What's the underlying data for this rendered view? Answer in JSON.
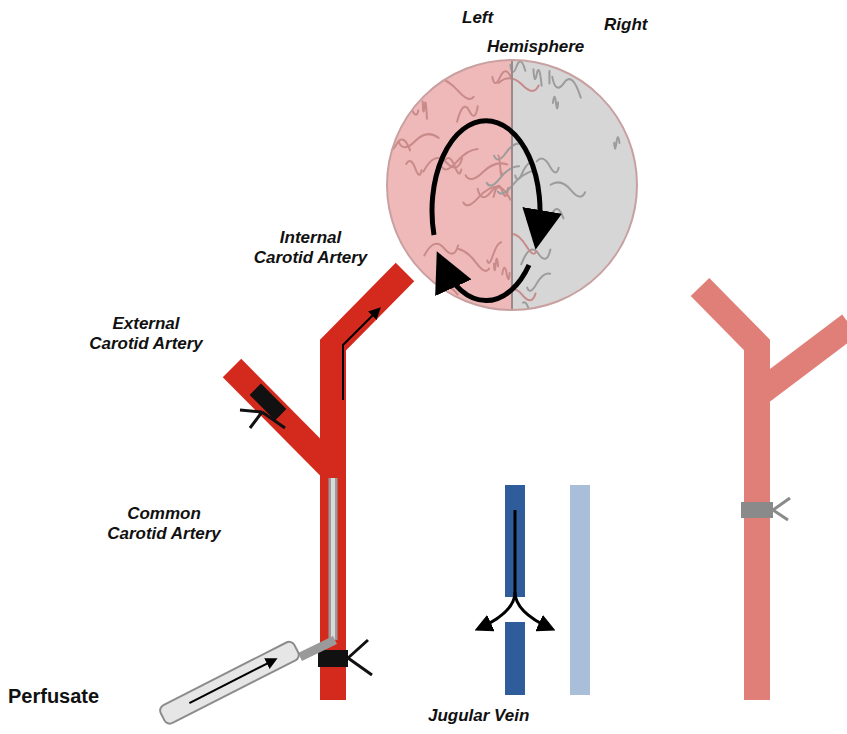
{
  "diagram": {
    "labels": [
      "Left",
      "Right",
      "Hemisphere",
      "Internal Carotid Artery",
      "External Carotid Artery",
      "Common Carotid Artery",
      "Perfusate",
      "Jugular Vein"
    ]
  }
}
